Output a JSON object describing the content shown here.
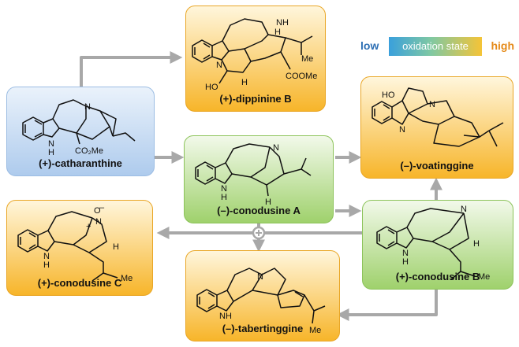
{
  "legend": {
    "low": "low",
    "bar_label": "oxidation state",
    "high": "high",
    "colors": {
      "low": "#2d6fb4",
      "high": "#e58a19"
    }
  },
  "compounds": [
    {
      "name": "(+)-catharanthine",
      "color": "blue",
      "atoms": {
        "n_bridge": "N",
        "nh": "N",
        "h": "H",
        "ester": "CO₂Me"
      }
    },
    {
      "name": "(+)-dippinine B",
      "color": "orange",
      "atoms": {
        "nh_top": "NH",
        "h": "H",
        "me": "Me",
        "n_ring": "N",
        "oh": "HO",
        "h2": "H",
        "coome": "COOMe"
      }
    },
    {
      "name": "(–)-voatinggine",
      "color": "orange",
      "atoms": {
        "ho": "HO",
        "n_bridge": "N",
        "nh": "N"
      }
    },
    {
      "name": "(–)-conodusine A",
      "color": "green",
      "atoms": {
        "n_bridge": "N",
        "nh": "N",
        "h_nh": "H",
        "h": "H"
      }
    },
    {
      "name": "(+)-conodusine C",
      "color": "orange",
      "atoms": {
        "o": "O",
        "minus": "–",
        "n": "N",
        "plus": "+",
        "nh": "N",
        "h_nh": "H",
        "h": "H",
        "me": "Me"
      }
    },
    {
      "name": "(+)-conodusine B",
      "color": "green",
      "atoms": {
        "n_bridge": "N",
        "nh": "N",
        "h_nh": "H",
        "h": "H",
        "me": "Me"
      }
    },
    {
      "name": "(–)-tabertinggine",
      "color": "orange",
      "atoms": {
        "n_bridge": "N",
        "nh": "NH",
        "me": "Me"
      }
    }
  ]
}
